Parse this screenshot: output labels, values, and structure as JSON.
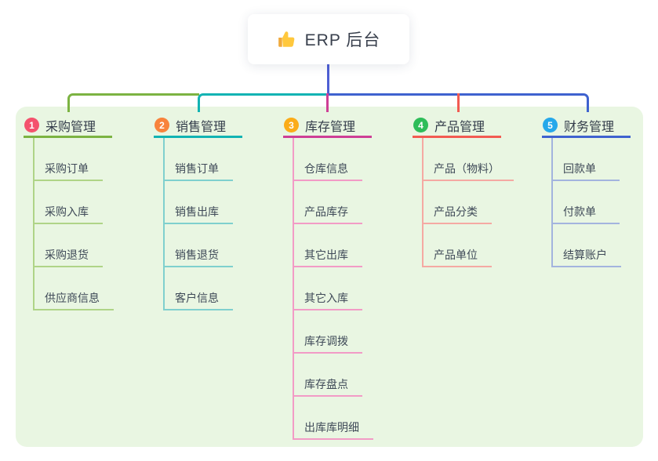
{
  "root": {
    "label": "ERP 后台",
    "icon": "thumbs-up-icon"
  },
  "canvas": {
    "background": "#FFFFFF",
    "panel_background": "#E9F6E2",
    "trunk_color": "#4E5FD4"
  },
  "branches": [
    {
      "number": "1",
      "label": "采购管理",
      "colors": {
        "badge": "#F4526D",
        "line": "#7CB342",
        "child_line": "#AFD487"
      },
      "children": [
        "采购订单",
        "采购入库",
        "采购退货",
        "供应商信息"
      ]
    },
    {
      "number": "2",
      "label": "销售管理",
      "colors": {
        "badge": "#F8833C",
        "line": "#12B3B3",
        "child_line": "#7FD0CE"
      },
      "children": [
        "销售订单",
        "销售出库",
        "销售退货",
        "客户信息"
      ]
    },
    {
      "number": "3",
      "label": "库存管理",
      "colors": {
        "badge": "#FBAC18",
        "line": "#CE3F96",
        "child_line": "#F29BC6"
      },
      "children": [
        "仓库信息",
        "产品库存",
        "其它出库",
        "其它入库",
        "库存调拨",
        "库存盘点",
        "出库库明细"
      ]
    },
    {
      "number": "4",
      "label": "产品管理",
      "colors": {
        "badge": "#2EBD59",
        "line": "#F25B52",
        "child_line": "#F5A9A3"
      },
      "children": [
        "产品（物料）",
        "产品分类",
        "产品单位"
      ]
    },
    {
      "number": "5",
      "label": "财务管理",
      "colors": {
        "badge": "#25A8EA",
        "line": "#3F62CF",
        "child_line": "#A3B4DE"
      },
      "children": [
        "回款单",
        "付款单",
        "结算账户"
      ]
    }
  ]
}
